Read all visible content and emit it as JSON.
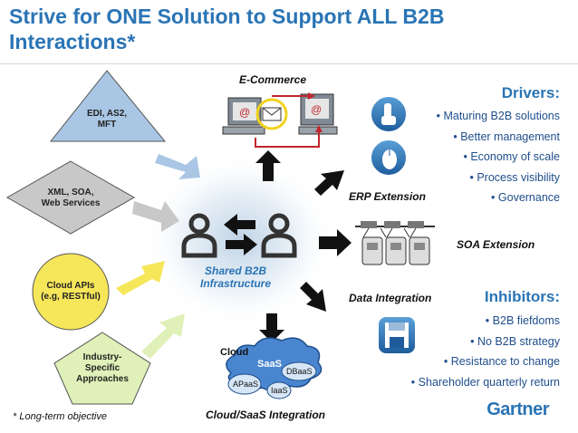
{
  "title": {
    "line1": "Strive for ONE Solution to Support ALL B2B",
    "line2": "Interactions*"
  },
  "sources": [
    {
      "label_lines": [
        "EDI,  AS2,",
        "MFT"
      ],
      "shape": "triangle",
      "color": "#a9c6e4"
    },
    {
      "label_lines": [
        "XML, SOA,",
        "Web Services"
      ],
      "shape": "diamond",
      "color": "#c8c8c8"
    },
    {
      "label_lines": [
        "Cloud APIs",
        "(e.g, RESTful)"
      ],
      "shape": "circle",
      "color": "#f6e65a"
    },
    {
      "label_lines": [
        "Industry-",
        "Specific",
        "Approaches"
      ],
      "shape": "pentagon",
      "color": "#dff0b8"
    }
  ],
  "center": {
    "label_lines": [
      "Shared B2B",
      "Infrastructure"
    ]
  },
  "targets": {
    "ecommerce": "E-Commerce",
    "erp": "ERP Extension",
    "soa": "SOA Extension",
    "data": "Data Integration",
    "cloud": "Cloud/SaaS Integration"
  },
  "cloud_labels": {
    "cloud": "Cloud",
    "saas": "SaaS",
    "dbaas": "DBaaS",
    "apaas": "APaaS",
    "iaas": "IaaS"
  },
  "drivers": {
    "heading": "Drivers:",
    "items": [
      "Maturing B2B solutions",
      "Better management",
      "Economy of scale",
      "Process visibility",
      "Governance"
    ]
  },
  "inhibitors": {
    "heading": "Inhibitors:",
    "items": [
      "B2B fiefdoms",
      "No B2B strategy",
      "Resistance to change",
      "Shareholder quarterly return"
    ]
  },
  "footnote": "* Long-term objective",
  "logo": "Gartner",
  "colors": {
    "title_blue": "#2a74b5",
    "list_blue": "#1f4e8c",
    "arrow_black": "#111111"
  }
}
